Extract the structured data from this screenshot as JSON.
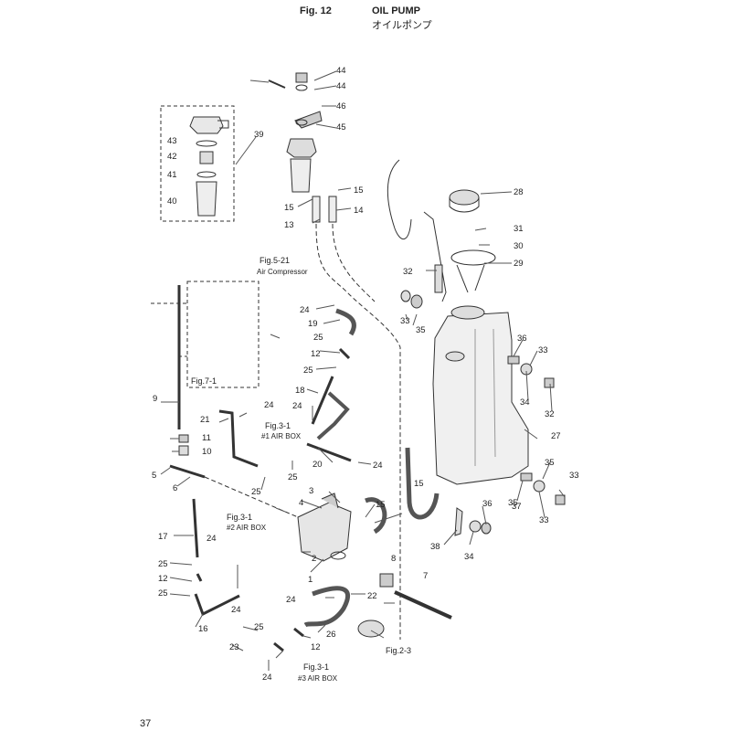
{
  "header": {
    "fig_number": "Fig. 12",
    "title_en": "OIL PUMP",
    "title_jp": "オイルポンプ"
  },
  "page_number": "37",
  "callouts": [
    "1",
    "2",
    "3",
    "4",
    "5",
    "6",
    "7",
    "8",
    "9",
    "10",
    "11",
    "12",
    "12",
    "12",
    "13",
    "14",
    "15",
    "15",
    "15",
    "15",
    "16",
    "17",
    "18",
    "19",
    "20",
    "21",
    "22",
    "23",
    "24",
    "24",
    "24",
    "24",
    "24",
    "24",
    "24",
    "24",
    "25",
    "25",
    "25",
    "25",
    "25",
    "25",
    "25",
    "26",
    "27",
    "28",
    "29",
    "30",
    "31",
    "32",
    "32",
    "33",
    "33",
    "33",
    "33",
    "34",
    "34",
    "35",
    "35",
    "35",
    "36",
    "36",
    "37",
    "38",
    "39",
    "40",
    "41",
    "42",
    "43",
    "44",
    "44",
    "45",
    "46"
  ],
  "references": {
    "fig5_21": "Fig.5-21",
    "air_compressor": "Air Compressor",
    "fig7_1": "Fig.7-1",
    "fig3_1_a": "Fig.3-1",
    "air_box_1": "#1 AIR BOX",
    "fig3_1_b": "Fig.3-1",
    "air_box_2": "#2 AIR BOX",
    "fig3_1_c": "Fig.3-1",
    "air_box_3": "#3 AIR BOX",
    "fig2_3": "Fig.2-3"
  }
}
